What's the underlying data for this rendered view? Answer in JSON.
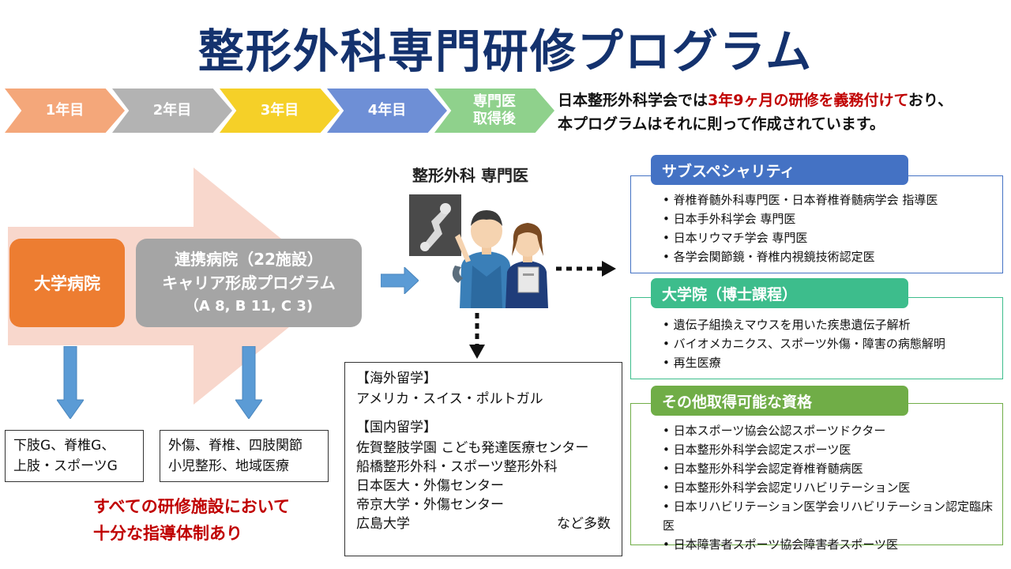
{
  "title": "整形外科専門研修プログラム",
  "timeline": [
    {
      "label": "1年目",
      "color": "#f4a77a"
    },
    {
      "label": "2年目",
      "color": "#b3b3b3"
    },
    {
      "label": "3年目",
      "color": "#f5d028"
    },
    {
      "label": "4年目",
      "color": "#6e8fd6"
    },
    {
      "label": "専門医\n取得後",
      "color": "#8fd18c"
    }
  ],
  "intro": {
    "part1": "日本整形外科学会では",
    "highlight": "3年9ヶ月の研修を義務付けて",
    "part2": "おり、",
    "line2": "本プログラムはそれに則って作成されています。"
  },
  "university_box": {
    "label": "大学病院",
    "color": "#ed7d31"
  },
  "affiliated_box": {
    "line1": "連携病院（22施設）",
    "line2": "キャリア形成プログラム",
    "line3": "（A 8, B 11, C 3)",
    "color": "#a5a5a5"
  },
  "university_fields": {
    "line1": "下肢G、脊椎G、",
    "line2": "上肢・スポーツG"
  },
  "affiliated_fields": {
    "line1": "外傷、脊椎、四肢関節",
    "line2": "小児整形、地域医療"
  },
  "note": {
    "line1": "すべての研修施設において",
    "line2": "十分な指導体制あり"
  },
  "specialist_label": "整形外科 専門医",
  "study": {
    "overseas_head": "【海外留学】",
    "overseas": "アメリカ・スイス・ポルトガル",
    "domestic_head": "【国内留学】",
    "domestic": [
      "佐賀整肢学園 こども発達医療センター",
      "船橋整形外科・スポーツ整形外科",
      "日本医大・外傷センター",
      "帝京大学・外傷センター",
      "広島大学"
    ],
    "etc": "など多数"
  },
  "sections": [
    {
      "heading": "サブスペシャリティ",
      "color": "#4472c4",
      "border": "#4472c4",
      "items": [
        "脊椎脊髄外科専門医・日本脊椎脊髄病学会 指導医",
        "日本手外科学会 専門医",
        "日本リウマチ学会 専門医",
        "各学会関節鏡・脊椎内視鏡技術認定医"
      ]
    },
    {
      "heading": "大学院（博士課程）",
      "color": "#3dbd8c",
      "border": "#3dbd8c",
      "items": [
        "遺伝子組換えマウスを用いた疾患遺伝子解析",
        "バイオメカニクス、スポーツ外傷・障害の病態解明",
        "再生医療"
      ]
    },
    {
      "heading": "その他取得可能な資格",
      "color": "#70ad47",
      "border": "#70ad47",
      "items": [
        "日本スポーツ協会公認スポーツドクター",
        "日本整形外科学会認定スポーツ医",
        "日本整形外科学会認定脊椎脊髄病医",
        "日本整形外科学会認定リハビリテーション医",
        "日本リハビリテーション医学会リハビリテーション認定臨床医",
        "日本障害者スポーツ協会障害者スポーツ医"
      ]
    }
  ]
}
